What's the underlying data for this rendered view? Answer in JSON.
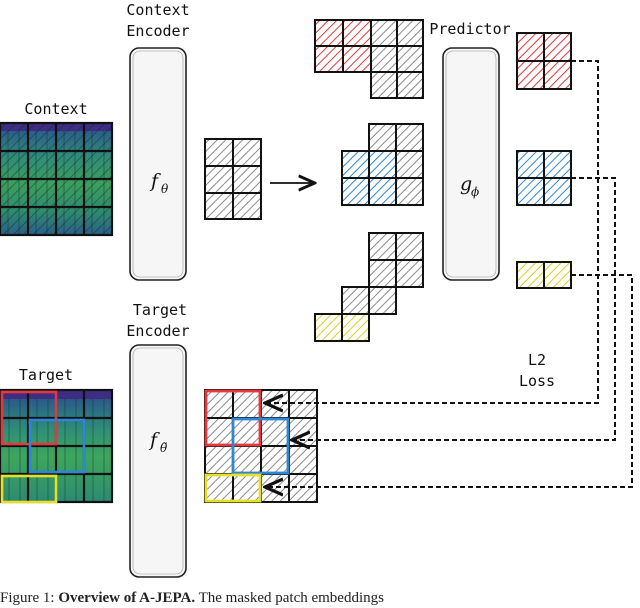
{
  "labels": {
    "context_encoder_line1": "Context",
    "context_encoder_line2": "Encoder",
    "target_encoder_line1": "Target",
    "target_encoder_line2": "Encoder",
    "predictor": "Predictor",
    "context": "Context",
    "target": "Target",
    "loss_line1": "L2",
    "loss_line2": "Loss"
  },
  "symbols": {
    "context_encoder": "f",
    "context_encoder_sub": "θ",
    "predictor": "g",
    "predictor_sub": "ϕ",
    "target_encoder": "f",
    "target_encoder_sub": "θ̃"
  },
  "caption": {
    "prefix": "Figure 1:",
    "bold": "Overview of A-JEPA.",
    "rest": "The masked patch embeddings"
  },
  "colors": {
    "red": "#e0393e",
    "blue": "#2f86d6",
    "yellow": "#e6e02a",
    "gray_hatch": "#9a9a9a",
    "spectrogram_dark": "#3b2f7a",
    "spectrogram_green": "#3aa06a"
  }
}
